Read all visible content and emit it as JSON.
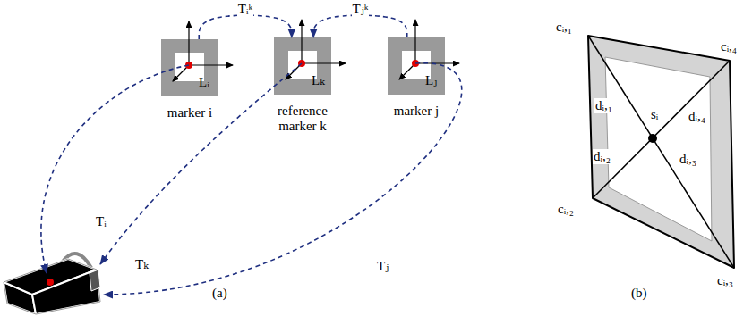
{
  "diagram": {
    "nodes": [
      {
        "text": [
          "Lᵢ",
          "marker i"
        ]
      },
      {
        "text": [
          "Lₖ",
          "reference marker k"
        ]
      },
      {
        "text": [
          "Lⱼ",
          "marker j"
        ]
      }
    ],
    "edges": [
      {
        "from": 0,
        "to": 1,
        "arrow": "to",
        "label": "Tᵢᵏ"
      },
      {
        "from": 2,
        "to": 1,
        "arrow": "to",
        "label": "Tⱼᵏ"
      }
    ],
    "labels": [
      "Tᵢ",
      "Tₖ",
      "Tⱼ",
      "(a)",
      "cᵢ,₁",
      "cᵢ,₄",
      "dᵢ,₁",
      "dᵢ,₄",
      "sᵢ",
      "dᵢ,₂",
      "dᵢ,₃",
      "cᵢ,₂",
      "cᵢ,₃",
      "(b)"
    ]
  }
}
